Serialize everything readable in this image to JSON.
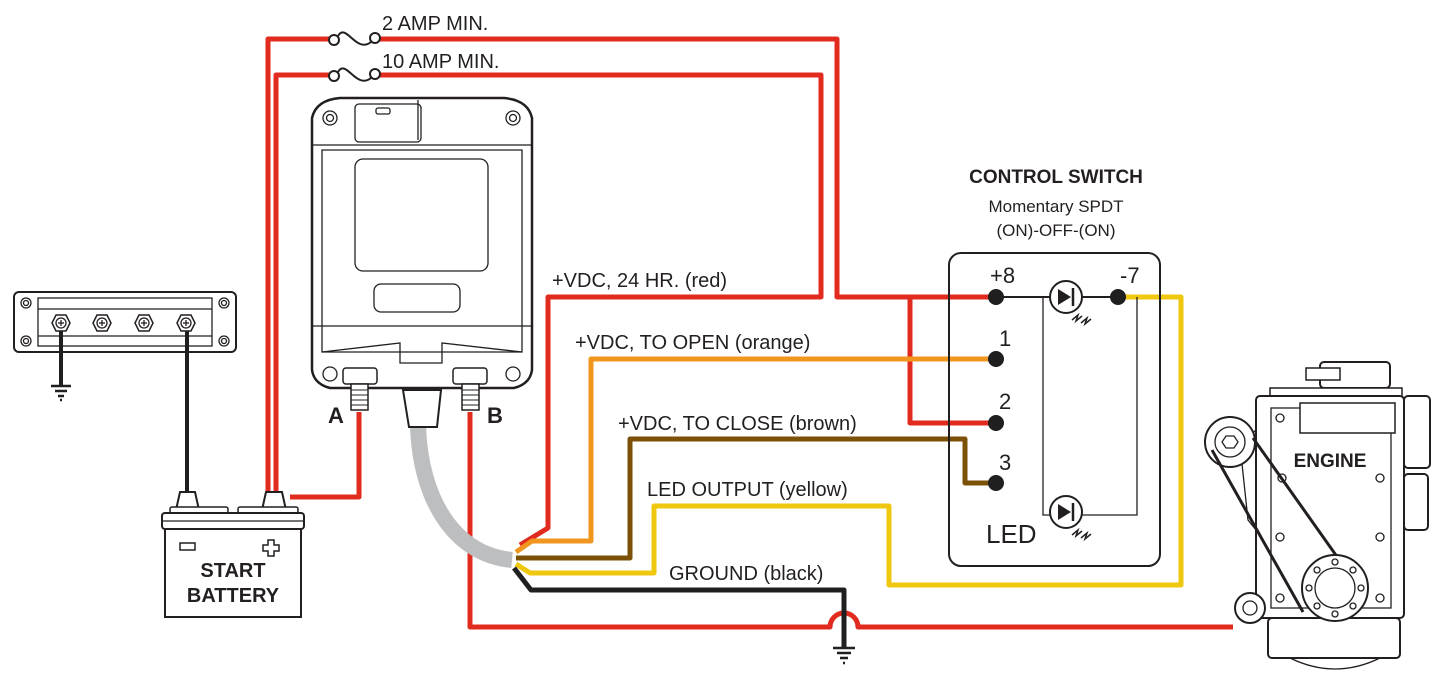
{
  "diagram": {
    "colors": {
      "red": "#e22b1f",
      "orange": "#f0961e",
      "brown": "#7b5108",
      "yellow": "#efc70e",
      "black": "#1f1f1f",
      "cable_gray": "#bcbec0",
      "ink": "#231f20"
    },
    "fuses": [
      {
        "label": "2 AMP MIN."
      },
      {
        "label": "10 AMP MIN."
      }
    ],
    "relay": {
      "terminal_a": "A",
      "terminal_b": "B"
    },
    "battery": {
      "line1": "START",
      "line2": "BATTERY",
      "negative_symbol": "−",
      "positive_symbol": "+"
    },
    "wire_labels": {
      "red": "+VDC, 24 HR. (red)",
      "orange": "+VDC, TO OPEN (orange)",
      "brown": "+VDC, TO CLOSE (brown)",
      "yellow": "LED OUTPUT (yellow)",
      "black": "GROUND (black)"
    },
    "control_switch": {
      "title": "CONTROL SWITCH",
      "subtitle": "Momentary SPDT",
      "mode": "(ON)-OFF-(ON)",
      "pins": {
        "p8": "+8",
        "p7": "-7",
        "p1": "1",
        "p2": "2",
        "p3": "3"
      },
      "led_label": "LED"
    },
    "engine": {
      "label": "ENGINE"
    }
  }
}
